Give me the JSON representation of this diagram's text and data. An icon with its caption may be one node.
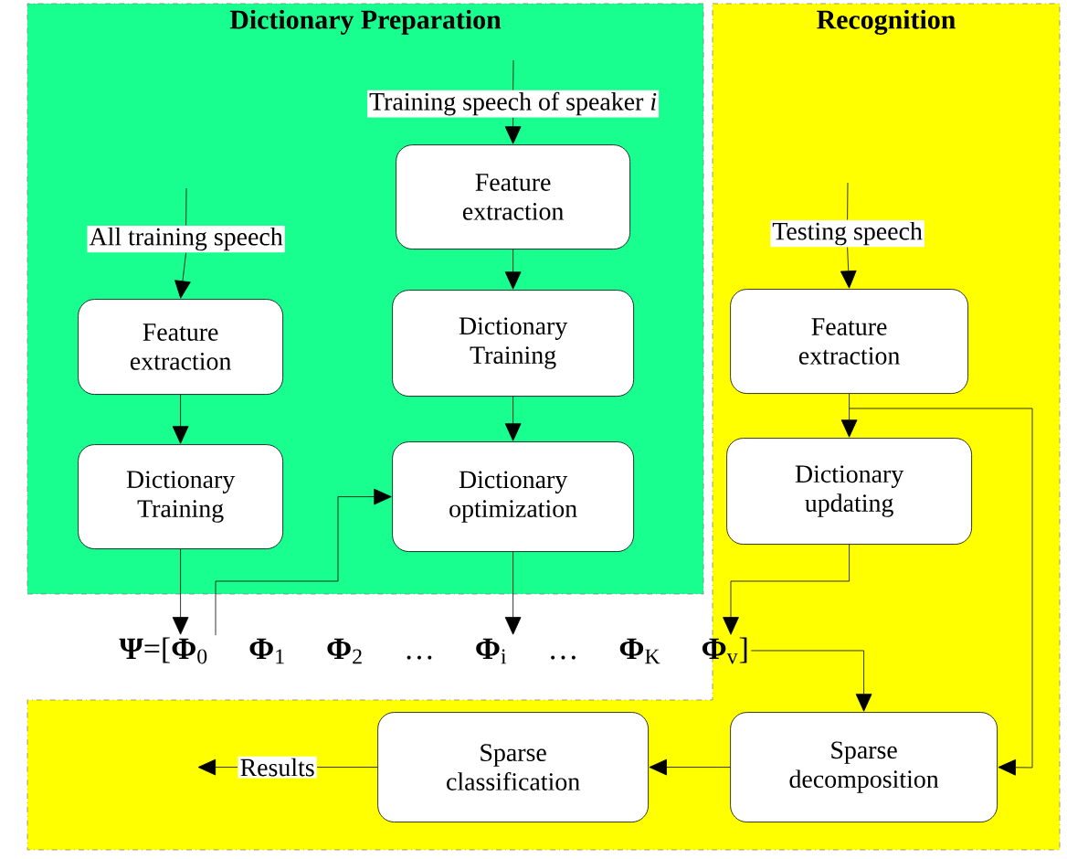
{
  "diagram": {
    "nodes": [
      {
        "text": [
          "Dictionary Preparation"
        ]
      },
      {
        "text": [
          "Recognition"
        ]
      },
      {
        "text": [
          "Training speech of speaker *i*"
        ],
        "in": 0
      },
      {
        "text": [
          "All training speech"
        ],
        "in": 0
      },
      {
        "text": [
          "Feature extraction"
        ],
        "in": 0
      },
      {
        "text": [
          "Dictionary Training"
        ],
        "in": 0
      },
      {
        "text": [
          "Feature extraction"
        ],
        "in": 0
      },
      {
        "text": [
          "Dictionary Training"
        ],
        "in": 0
      },
      {
        "text": [
          "Dictionary optimization"
        ],
        "in": 0
      },
      {
        "text": [
          "**Ψ**=[**Φ**$_{0}$ **Φ**$_{1}$ **Φ**$_{2}$ … **Φ**$_{i}$ … **Φ**$_{K}$ **Φ**$_{v}$]"
        ]
      },
      {
        "text": [
          "Testing speech"
        ],
        "in": 1
      },
      {
        "text": [
          "Feature extraction"
        ],
        "in": 1
      },
      {
        "text": [
          "Dictionary updating"
        ],
        "in": 1
      },
      {
        "text": [
          "Sparse decomposition"
        ],
        "in": 1
      },
      {
        "text": [
          "Sparse classification"
        ],
        "in": 1
      },
      {
        "text": [
          "Results"
        ],
        "in": 1
      }
    ],
    "edges": [
      {
        "from": null,
        "to": 2,
        "arrow": "none"
      },
      {
        "from": 2,
        "to": 6,
        "arrow": "to"
      },
      {
        "from": 6,
        "to": 7,
        "arrow": "to"
      },
      {
        "from": 7,
        "to": 8,
        "arrow": "to"
      },
      {
        "from": 8,
        "to": 9,
        "arrow": "to"
      },
      {
        "from": null,
        "to": 3,
        "arrow": "none"
      },
      {
        "from": 3,
        "to": 4,
        "arrow": "to"
      },
      {
        "from": 4,
        "to": 5,
        "arrow": "to"
      },
      {
        "from": 5,
        "to": 9,
        "arrow": "to"
      },
      {
        "from": 9,
        "to": 8,
        "arrow": "to"
      },
      {
        "from": null,
        "to": 10,
        "arrow": "none"
      },
      {
        "from": 10,
        "to": 11,
        "arrow": "to"
      },
      {
        "from": 11,
        "to": 12,
        "arrow": "to"
      },
      {
        "from": 11,
        "to": 13,
        "arrow": "to"
      },
      {
        "from": 12,
        "to": 9,
        "arrow": "to"
      },
      {
        "from": 9,
        "to": 13,
        "arrow": "to"
      },
      {
        "from": 13,
        "to": 14,
        "arrow": "to"
      },
      {
        "from": 14,
        "to": 15,
        "arrow": "none"
      },
      {
        "from": 15,
        "to": null,
        "arrow": "to"
      }
    ]
  }
}
